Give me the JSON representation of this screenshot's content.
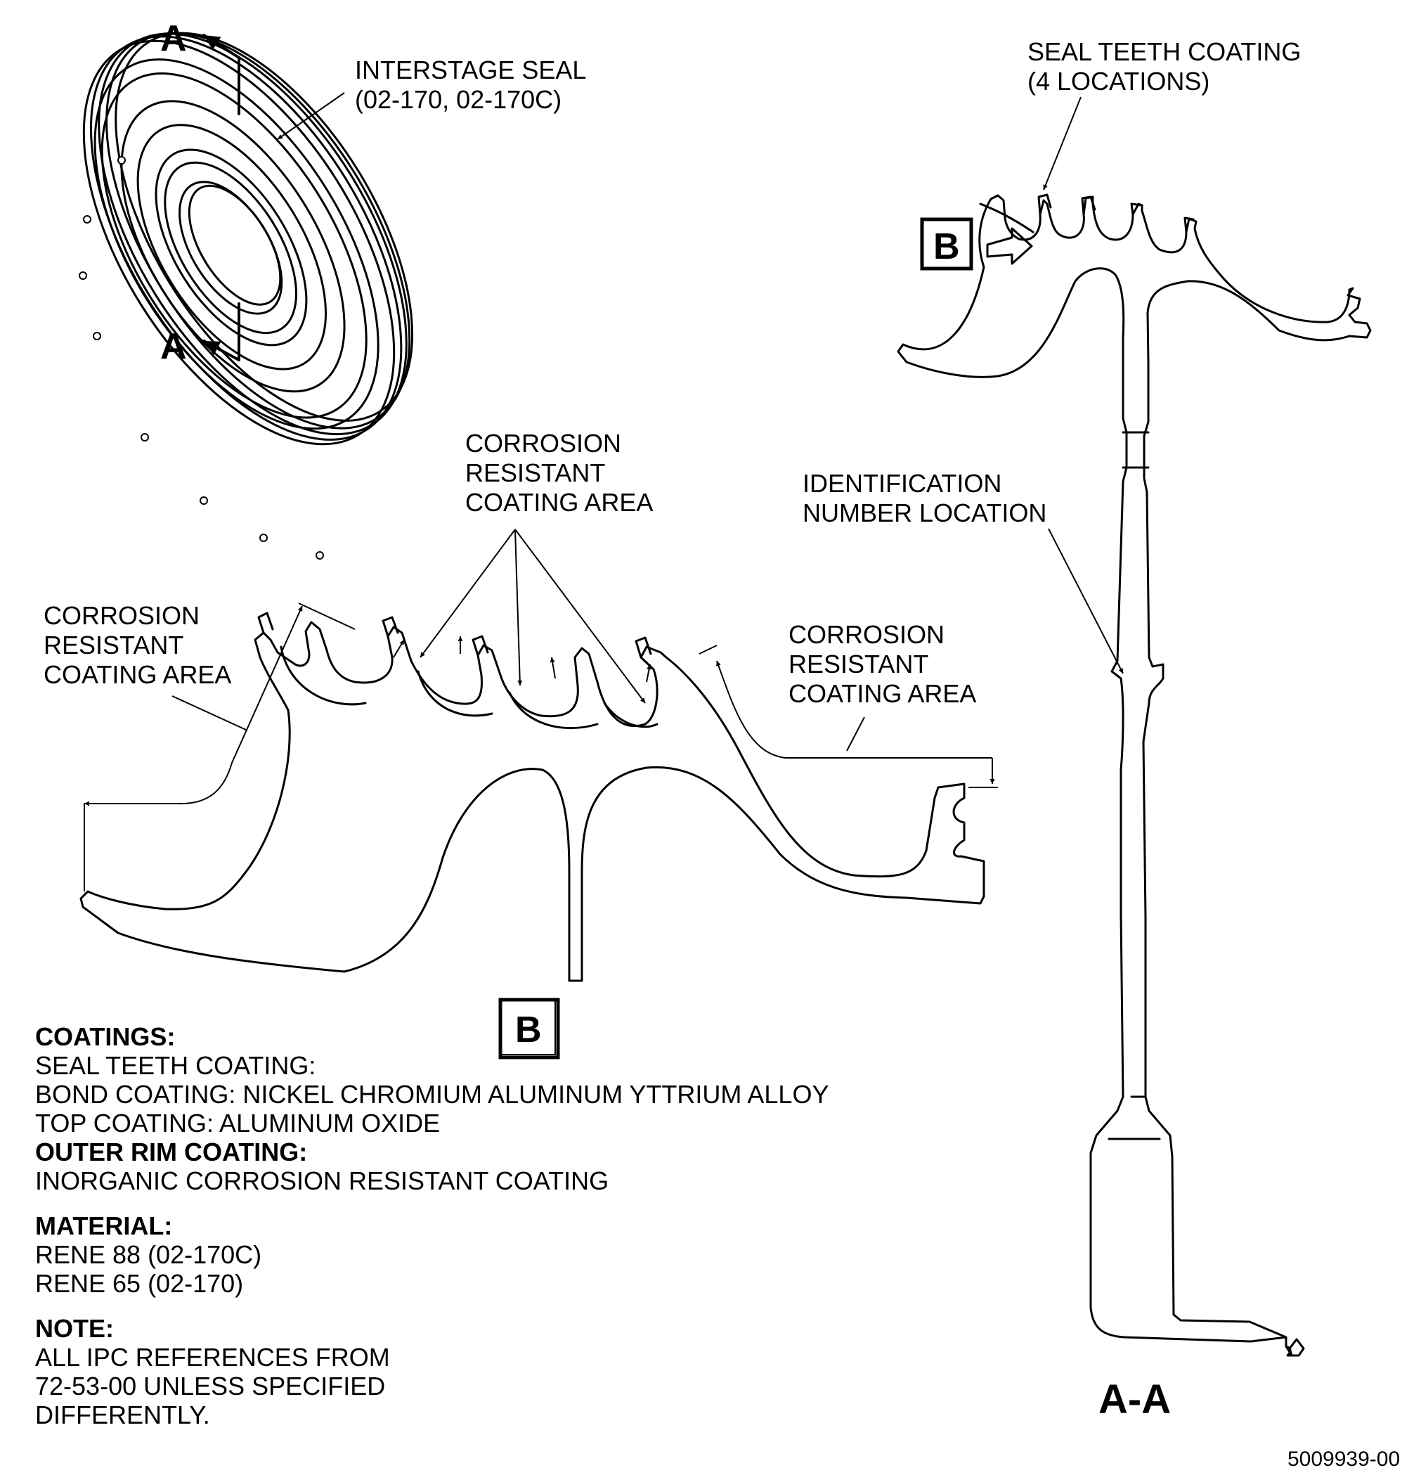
{
  "labels": {
    "interstage_seal": [
      "INTERSTAGE SEAL",
      "(02-170, 02-170C)"
    ],
    "seal_teeth_coating": [
      "SEAL TEETH COATING",
      "(4 LOCATIONS)"
    ],
    "corrosion_center": [
      "CORROSION",
      "RESISTANT",
      "COATING AREA"
    ],
    "corrosion_left": [
      "CORROSION",
      "RESISTANT",
      "COATING AREA"
    ],
    "corrosion_right": [
      "CORROSION",
      "RESISTANT",
      "COATING AREA"
    ],
    "identification": [
      "IDENTIFICATION",
      "NUMBER LOCATION"
    ],
    "section_marker": "A",
    "detail_marker": "B",
    "section_title": "A-A",
    "figure_number": "5009939-00"
  },
  "notes": {
    "coatings_heading": "COATINGS:",
    "coatings_lines": [
      "SEAL TEETH COATING:",
      "BOND COATING: NICKEL CHROMIUM ALUMINUM YTTRIUM ALLOY",
      "TOP COATING: ALUMINUM OXIDE"
    ],
    "outer_rim_heading": "OUTER RIM COATING:",
    "outer_rim_lines": [
      "INORGANIC CORROSION RESISTANT COATING"
    ],
    "material_heading": "MATERIAL:",
    "material_lines": [
      "RENE 88 (02-170C)",
      "RENE 65 (02-170)"
    ],
    "note_heading": "NOTE:",
    "note_lines": [
      "ALL IPC REFERENCES FROM",
      "72-53-00 UNLESS SPECIFIED",
      "DIFFERENTLY."
    ]
  }
}
